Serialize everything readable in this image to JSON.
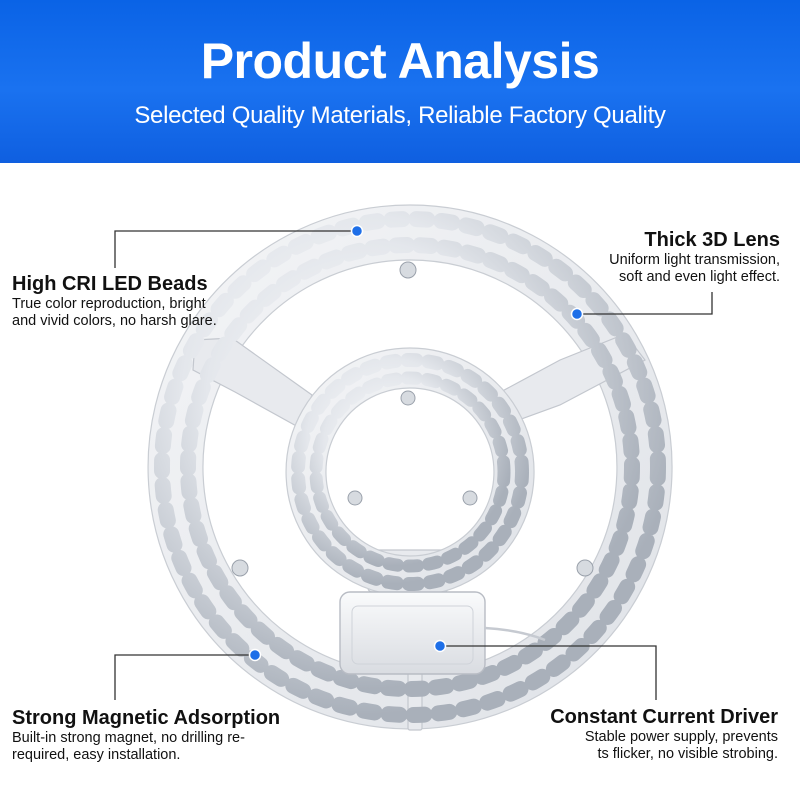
{
  "header": {
    "title": "Product Analysis",
    "subtitle": "Selected Quality Materials, Reliable Factory Quality"
  },
  "callouts": {
    "led_beads": {
      "title": "High CRI LED Beads",
      "line1": "True color reproduction, bright",
      "line2": "and vivid colors, no harsh glare."
    },
    "lens": {
      "title": "Thick 3D Lens",
      "line1": "Uniform light transmission,",
      "line2": "soft and even light effect."
    },
    "magnet": {
      "title": "Strong Magnetic Adsorption",
      "line1": "Built-in strong magnet, no drilling re-",
      "line2": "required, easy installation."
    },
    "driver": {
      "title": "Constant Current Driver",
      "line1": "Stable power supply, prevents",
      "line2": "ts flicker, no visible strobing."
    }
  },
  "colors": {
    "header_blue": "#1a6ff0",
    "marker_blue": "#1e6fe8"
  }
}
